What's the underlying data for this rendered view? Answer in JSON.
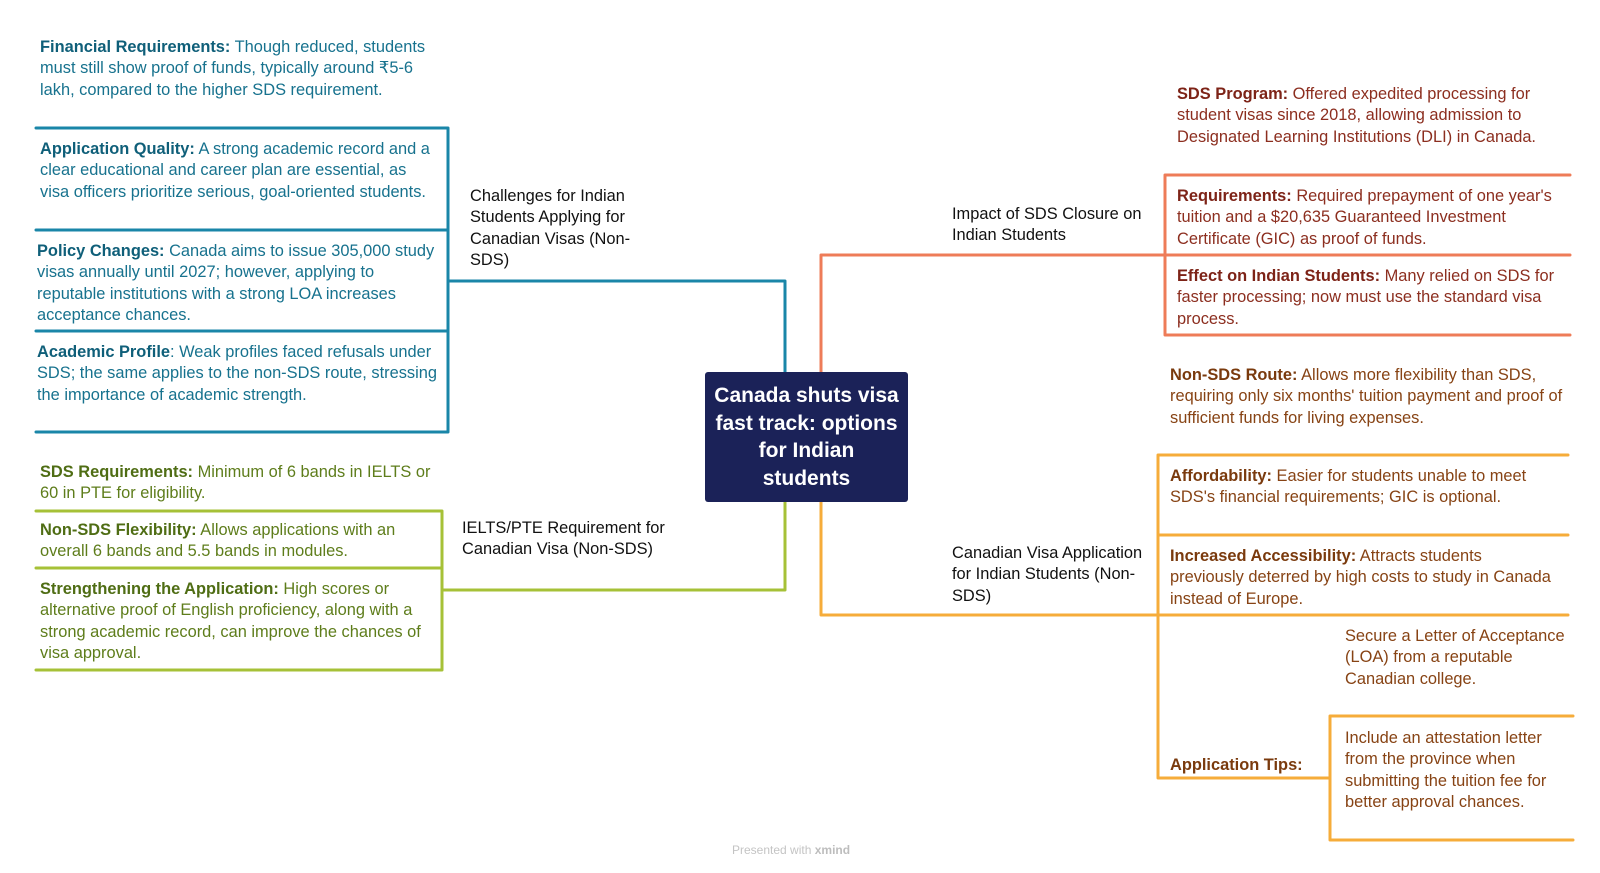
{
  "root": {
    "title": "Canada shuts visa fast track: options for Indian students"
  },
  "colors": {
    "challenges_branch": "#1a86a8",
    "ielts_branch": "#a6c137",
    "impact_branch": "#ee7c58",
    "nonsds_branch": "#f6ac3a",
    "root_fill": "#1b2258"
  },
  "challenges": {
    "label": "Challenges for Indian Students Applying for Canadian Visas (Non-SDS)",
    "items": [
      {
        "heading": "Financial Requirements:",
        "text": " Though reduced, students must still show proof of funds, typically around ₹5-6 lakh, compared to the higher SDS requirement."
      },
      {
        "heading": "Application Quality:",
        "text": " A strong academic record and a clear educational and career plan are essential, as visa officers prioritize serious, goal-oriented students."
      },
      {
        "heading": "Policy Changes:",
        "text": " Canada aims to issue 305,000 study visas annually until 2027; however, applying to reputable institutions with a strong LOA increases acceptance chances."
      },
      {
        "heading": "Academic Profile",
        "text": ": Weak profiles faced refusals under SDS; the same applies to the non-SDS route, stressing the importance of academic strength."
      }
    ]
  },
  "ielts": {
    "label": "IELTS/PTE Requirement for Canadian Visa (Non-SDS)",
    "items": [
      {
        "heading": "SDS Requirements:",
        "text": " Minimum of 6 bands in IELTS or 60 in PTE for eligibility."
      },
      {
        "heading": "Non-SDS Flexibility:",
        "text": " Allows applications with an overall 6 bands and 5.5 bands in modules."
      },
      {
        "heading": "Strengthening the Application:",
        "text": " High scores or alternative proof of English proficiency, along with a strong academic record, can improve the chances of visa approval."
      }
    ]
  },
  "impact": {
    "label": "Impact of SDS Closure on Indian Students",
    "items": [
      {
        "heading": "SDS Program:",
        "text": " Offered expedited processing for student visas since 2018, allowing admission to Designated Learning Institutions (DLI) in Canada."
      },
      {
        "heading": "Requirements:",
        "text": " Required prepayment of one year's tuition and a $20,635 Guaranteed Investment Certificate (GIC) as proof of funds."
      },
      {
        "heading": "Effect on Indian Students:",
        "text": " Many relied on SDS for faster processing; now must use the standard visa process."
      }
    ]
  },
  "nonsds": {
    "label": "Canadian Visa Application for Indian Students (Non-SDS)",
    "items": [
      {
        "heading": "Non-SDS Route:",
        "text": " Allows more flexibility than SDS, requiring only six months' tuition payment and proof of sufficient funds for living expenses."
      },
      {
        "heading": "Affordability:",
        "text": " Easier for students unable to meet SDS's financial requirements; GIC is optional."
      },
      {
        "heading": "Increased Accessibility:",
        "text": " Attracts students previously deterred by high costs to study in Canada instead of Europe."
      }
    ],
    "tips": {
      "heading": "Application Tips:",
      "items": [
        "Secure a Letter of Acceptance (LOA) from a reputable Canadian college.",
        "Include an attestation letter from the province when submitting the tuition fee for better approval chances."
      ]
    }
  },
  "footer": {
    "prefix": "Presented with ",
    "brand": "xmind"
  }
}
